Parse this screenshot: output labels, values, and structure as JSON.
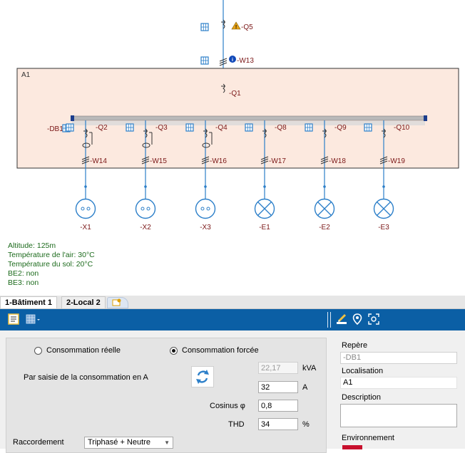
{
  "diagram": {
    "top_breaker": {
      "label": "-Q5"
    },
    "top_cable": {
      "label": "-W13"
    },
    "enclosure": {
      "label": "A1"
    },
    "main_breaker": {
      "label": "-Q1"
    },
    "board": {
      "label": "-DB1"
    },
    "outgoing_breakers": [
      "-Q2",
      "-Q3",
      "-Q4",
      "-Q8",
      "-Q9",
      "-Q10"
    ],
    "cables": [
      "-W14",
      "-W15",
      "-W16",
      "-W17",
      "-W18",
      "-W19"
    ],
    "loads": [
      "-X1",
      "-X2",
      "-X3",
      "-E1",
      "-E2",
      "-E3"
    ]
  },
  "info": {
    "altitude": "Altitude: 125m",
    "air_temp": "Température de l'air: 30°C",
    "ground_temp": "Température du sol: 20°C",
    "be2": "BE2: non",
    "be3": "BE3: non"
  },
  "tabs": {
    "tab1": "1-Bâtiment 1",
    "tab2": "2-Local 2"
  },
  "form": {
    "radio_real": "Consommation réelle",
    "radio_forced": "Consommation forcée",
    "entry_label": "Par saisie de la consommation en A",
    "kva_value": "22,17",
    "kva_unit": "kVA",
    "amp_value": "32",
    "amp_unit": "A",
    "cos_label": "Cosinus φ",
    "cos_value": "0,8",
    "thd_label": "THD",
    "thd_value": "34",
    "thd_unit": "%",
    "connection_label": "Raccordement",
    "connection_value": "Triphasé + Neutre"
  },
  "sidepanel": {
    "repere_label": "Repère",
    "repere_value": "-DB1",
    "localisation_label": "Localisation",
    "localisation_value": "A1",
    "description_label": "Description",
    "environment_label": "Environnement"
  },
  "colors": {
    "wire": "#2c7fc9",
    "label": "#7a1616",
    "enclosure_fill": "#fce9df",
    "toolbar": "#0b5fa5",
    "info_text": "#1d6b1d",
    "warning": "#e8a317",
    "info_icon": "#1048b8"
  }
}
